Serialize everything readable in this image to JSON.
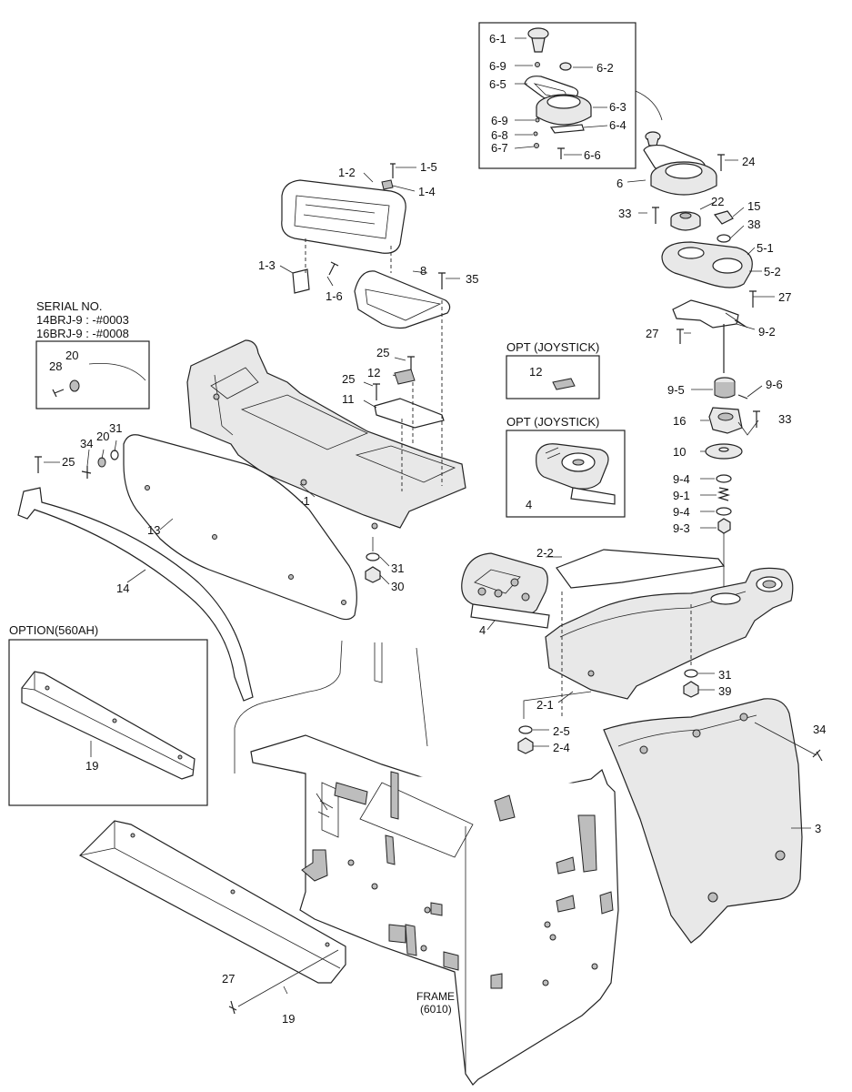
{
  "serial_note": {
    "title": "SERIAL NO.",
    "line1": "14BRJ-9 : -#0003",
    "line2": "16BRJ-9 : -#0008"
  },
  "boxes": {
    "opt_joystick_a": "OPT (JOYSTICK)",
    "opt_joystick_b": "OPT (JOYSTICK)",
    "option_560ah": "OPTION(560AH)"
  },
  "frame_label": {
    "line1": "FRAME",
    "line2": "(6010)"
  },
  "labels": {
    "p6_1": "6-1",
    "p6_9a": "6-9",
    "p6_2": "6-2",
    "p6_5": "6-5",
    "p6_3": "6-3",
    "p6_9b": "6-9",
    "p6_4": "6-4",
    "p6_8": "6-8",
    "p6_7": "6-7",
    "p6_6": "6-6",
    "p6": "6",
    "p24": "24",
    "p33a": "33",
    "p22": "22",
    "p15": "15",
    "p38": "38",
    "p5_1": "5-1",
    "p5_2": "5-2",
    "p27a": "27",
    "p27b": "27",
    "p9_2": "9-2",
    "p9_5": "9-5",
    "p9_6": "9-6",
    "p16": "16",
    "p33b": "33",
    "p10": "10",
    "p9_4a": "9-4",
    "p9_1": "9-1",
    "p9_4b": "9-4",
    "p9_3": "9-3",
    "p1_2": "1-2",
    "p1_5": "1-5",
    "p1_4": "1-4",
    "p1_3": "1-3",
    "p1_6": "1-6",
    "p8": "8",
    "p35": "35",
    "p25a": "25",
    "p12a": "12",
    "p25b": "25",
    "p11": "11",
    "p12b": "12",
    "p4a": "4",
    "p28": "28",
    "p20a": "20",
    "p34a": "34",
    "p20b": "20",
    "p31a": "31",
    "p25c": "25",
    "p1_1": "1-1",
    "p13": "13",
    "p14": "14",
    "p31b": "31",
    "p30": "30",
    "p2_2": "2-2",
    "p4b": "4",
    "p2_1": "2-1",
    "p31c": "31",
    "p39": "39",
    "p2_5": "2-5",
    "p2_4": "2-4",
    "p34b": "34",
    "p3": "3",
    "p19a": "19",
    "p27c": "27",
    "p19b": "19"
  }
}
